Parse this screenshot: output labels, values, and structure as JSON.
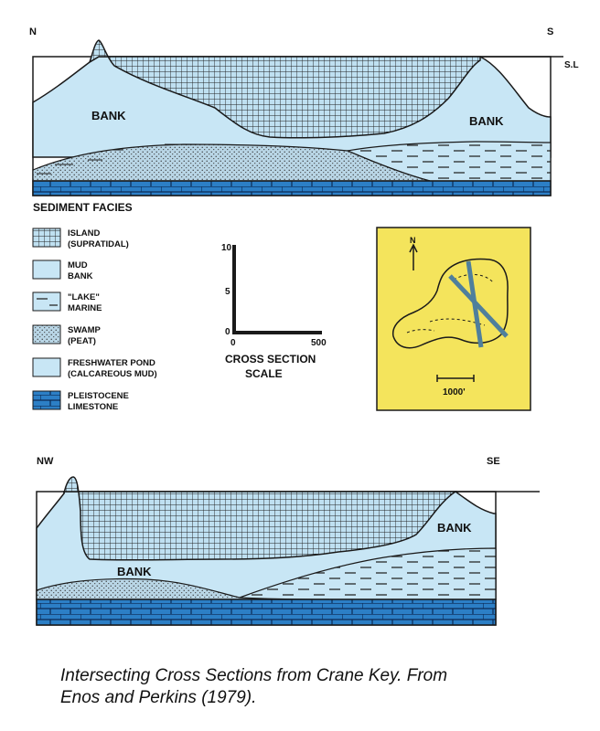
{
  "colors": {
    "bank": "#c8e6f5",
    "island_fill": "#bfe0f1",
    "limestone": "#2c7fc6",
    "peat": "#b9d6e6",
    "map_bg": "#f4e45c",
    "outline": "#1a1a1a"
  },
  "section_top": {
    "left_label": "N",
    "right_label": "S",
    "sea_level_label": "S.L",
    "bank_left_label": "BANK",
    "bank_right_label": "BANK"
  },
  "legend": {
    "title": "SEDIMENT FACIES",
    "items": [
      {
        "line1": "ISLAND",
        "line2": "(SUPRATIDAL)",
        "pattern": "grid"
      },
      {
        "line1": "MUD",
        "line2": "BANK",
        "pattern": "plain"
      },
      {
        "line1": "\"LAKE\"",
        "line2": "MARINE",
        "pattern": "dashes"
      },
      {
        "line1": "SWAMP",
        "line2": "(PEAT)",
        "pattern": "dots"
      },
      {
        "line1": "FRESHWATER POND",
        "line2": "(CALCAREOUS MUD)",
        "pattern": "plain"
      },
      {
        "line1": "PLEISTOCENE",
        "line2": "LIMESTONE",
        "pattern": "bricks"
      }
    ]
  },
  "scale": {
    "y_ticks": [
      "10",
      "5",
      "0"
    ],
    "x_ticks": [
      "0",
      "500"
    ],
    "title_line1": "CROSS SECTION",
    "title_line2": "SCALE"
  },
  "map": {
    "north_label": "N",
    "scale_label": "1000'"
  },
  "section_bottom": {
    "left_label": "NW",
    "right_label": "SE",
    "bank_left_label": "BANK",
    "bank_right_label": "BANK"
  },
  "caption": {
    "line1": "Intersecting Cross Sections from Crane Key. From",
    "line2": "Enos and Perkins (1979)."
  }
}
